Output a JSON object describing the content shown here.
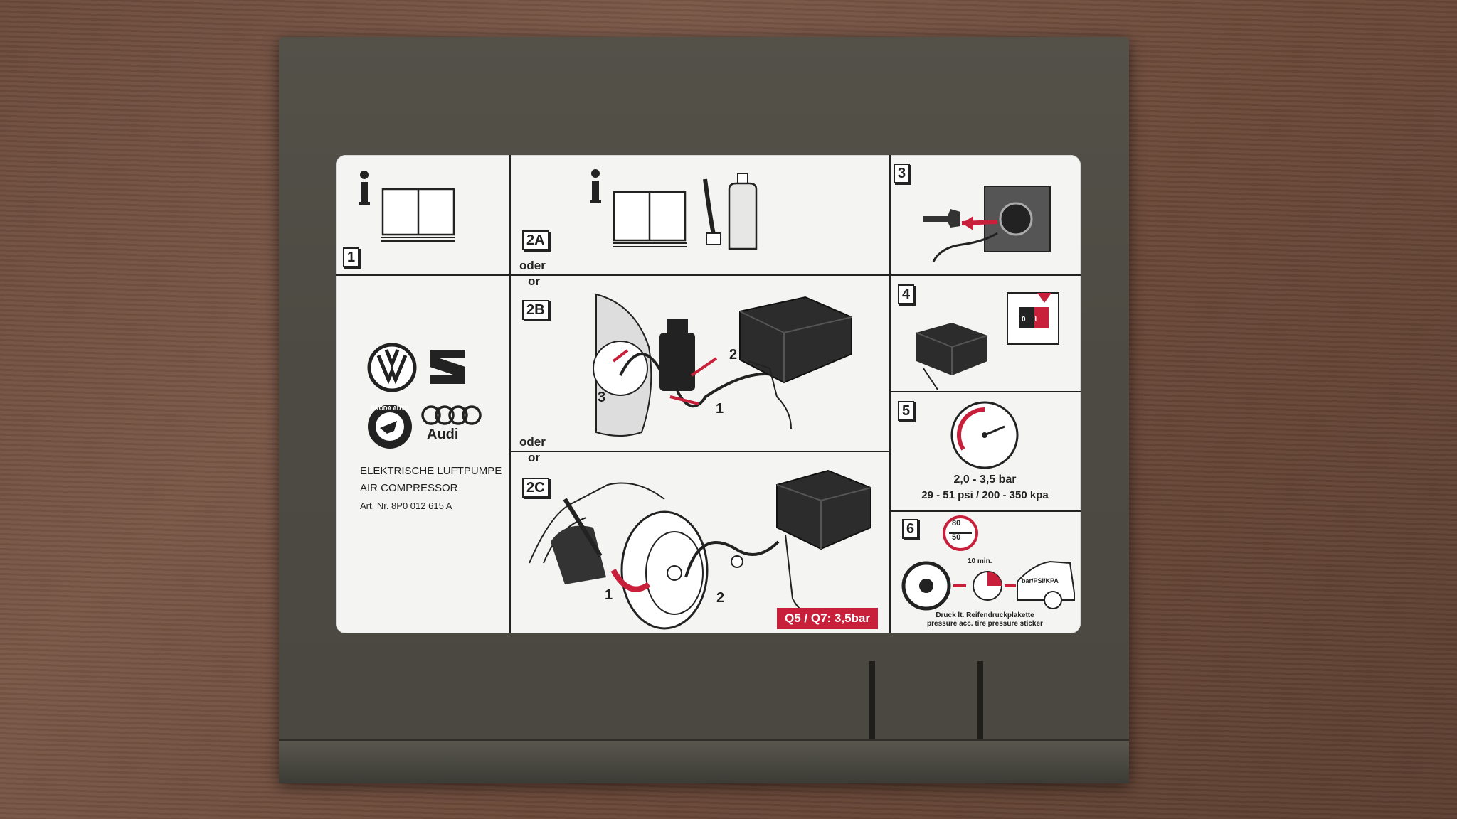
{
  "label": {
    "step1": {
      "badge": "1",
      "icon": "info-book-icon"
    },
    "step2a": {
      "badge": "2A",
      "icon": "info-book-sealant-icon"
    },
    "alt1": {
      "de": "oder",
      "en": "or"
    },
    "step2b": {
      "badge": "2B"
    },
    "alt2": {
      "de": "oder",
      "en": "or"
    },
    "step2c": {
      "badge": "2C",
      "note": "Q5 / Q7: 3,5bar"
    },
    "step3": {
      "badge": "3"
    },
    "step4": {
      "badge": "4",
      "switch": "0 I"
    },
    "step5": {
      "badge": "5",
      "pressure_bar": "2,0 - 3,5 bar",
      "pressure_alt": "29 - 51 psi / 200 - 350 kpa"
    },
    "step6": {
      "badge": "6",
      "time": "10 min.",
      "units": "bar/PSI/KPA",
      "sign_top": "80",
      "sign_bottom": "50",
      "caption_de": "Druck lt. Reifendruckplakette",
      "caption_en": "pressure acc. tire pressure sticker"
    },
    "step_numbers": {
      "n1": "1",
      "n2": "2",
      "n3": "3"
    },
    "product": {
      "title_de": "ELEKTRISCHE LUFTPUMPE",
      "title_en": "AIR COMPRESSOR",
      "art": "Art. Nr. 8P0 012 615 A"
    },
    "brands": {
      "audi": "Audi",
      "skoda": "ŠKODA AUTO"
    }
  },
  "colors": {
    "accent": "#c8203a",
    "case": "#4c4a42",
    "table": "#6b4a3a",
    "label": "#f4f4f2"
  }
}
